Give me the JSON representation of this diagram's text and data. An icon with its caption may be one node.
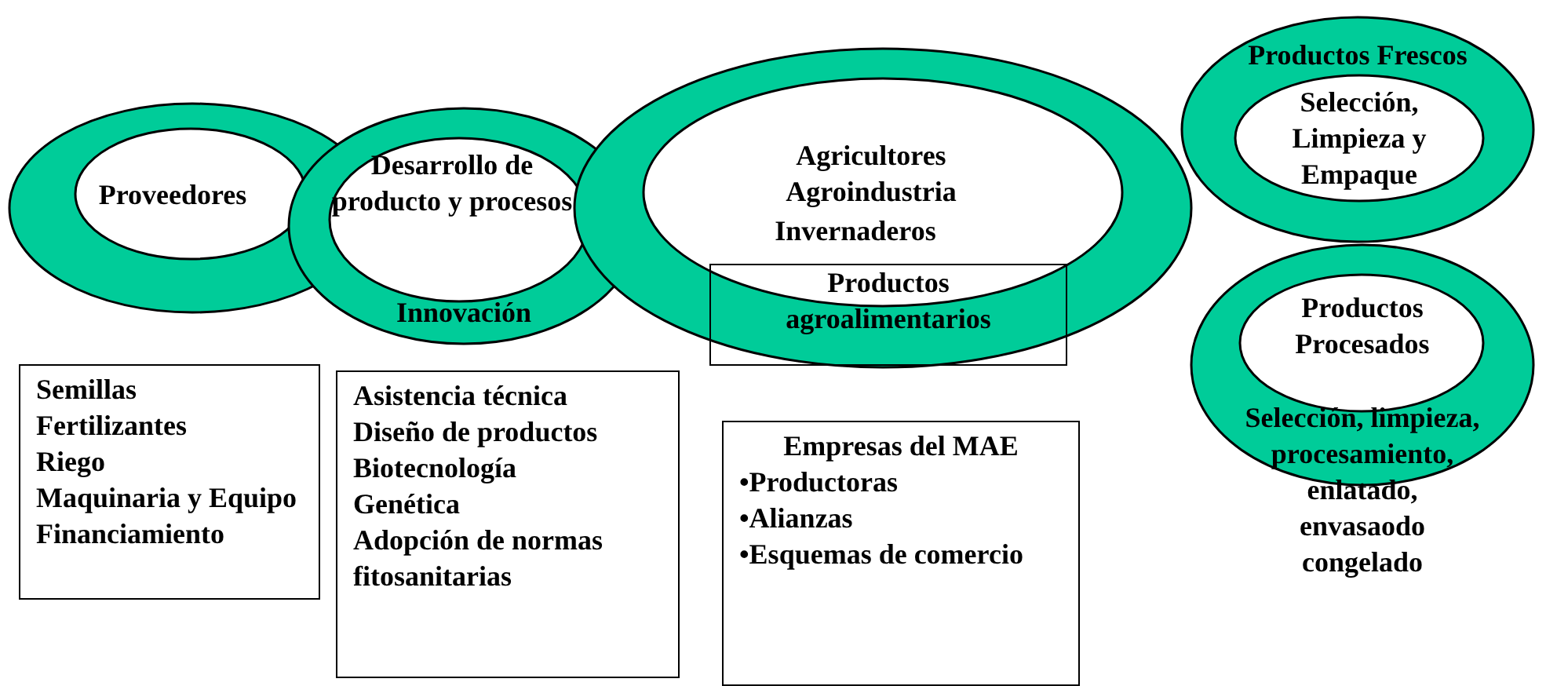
{
  "diagram": {
    "nodes": [
      {
        "text": [
          "Proveedores"
        ]
      },
      {
        "text": [
          "Desarrollo de producto y procesos",
          "Innovación"
        ]
      },
      {
        "text": [
          "Agricultores Agroindustria",
          "Invernaderos"
        ]
      },
      {
        "text": [
          "Productos Frescos",
          "Selección, Limpieza y Empaque"
        ]
      },
      {
        "text": [
          "Productos Procesados",
          "Selección, limpieza, procesamiento, enlatado, envasaodo congelado"
        ]
      },
      {
        "text": [
          "Productos agroalimentarios"
        ],
        "in": 2
      },
      {
        "text": [
          "Semillas",
          "Fertilizantes",
          "Riego",
          "Maquinaria y Equipo",
          "Financiamiento"
        ]
      },
      {
        "text": [
          "Asistencia técnica",
          "Diseño de productos",
          "Biotecnología",
          "Genética",
          "Adopción de normas fitosanitarias"
        ]
      },
      {
        "text": [
          "Empresas del MAE",
          "•Productoras",
          "•Alianzas",
          "•Esquemas de comercio"
        ]
      }
    ],
    "edges": []
  }
}
